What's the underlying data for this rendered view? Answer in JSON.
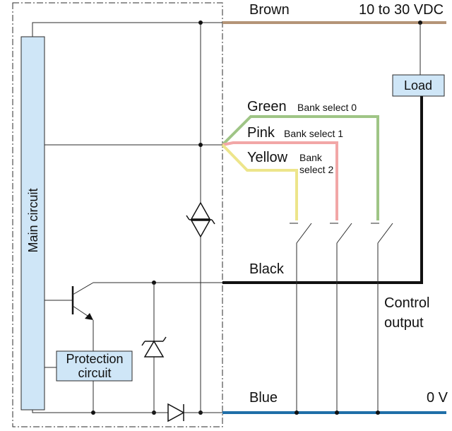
{
  "labels": {
    "brown": "Brown",
    "supply": "10 to 30 VDC",
    "load": "Load",
    "green": "Green",
    "green_desc": "Bank select 0",
    "pink": "Pink",
    "pink_desc": "Bank select 1",
    "yellow": "Yellow",
    "yellow_desc_line1": "Bank",
    "yellow_desc_line2": "select 2",
    "black": "Black",
    "control_line1": "Control",
    "control_line2": "output",
    "blue": "Blue",
    "zero_v": "0 V",
    "main_circuit": "Main circuit",
    "protection_line1": "Protection",
    "protection_line2": "circuit"
  },
  "colors": {
    "brown": "#b49477",
    "green": "#9fc586",
    "pink": "#f2a7a7",
    "yellow": "#ede58b",
    "black": "#111111",
    "blue": "#1f6fa8",
    "box_fill": "#cfe6f7"
  }
}
